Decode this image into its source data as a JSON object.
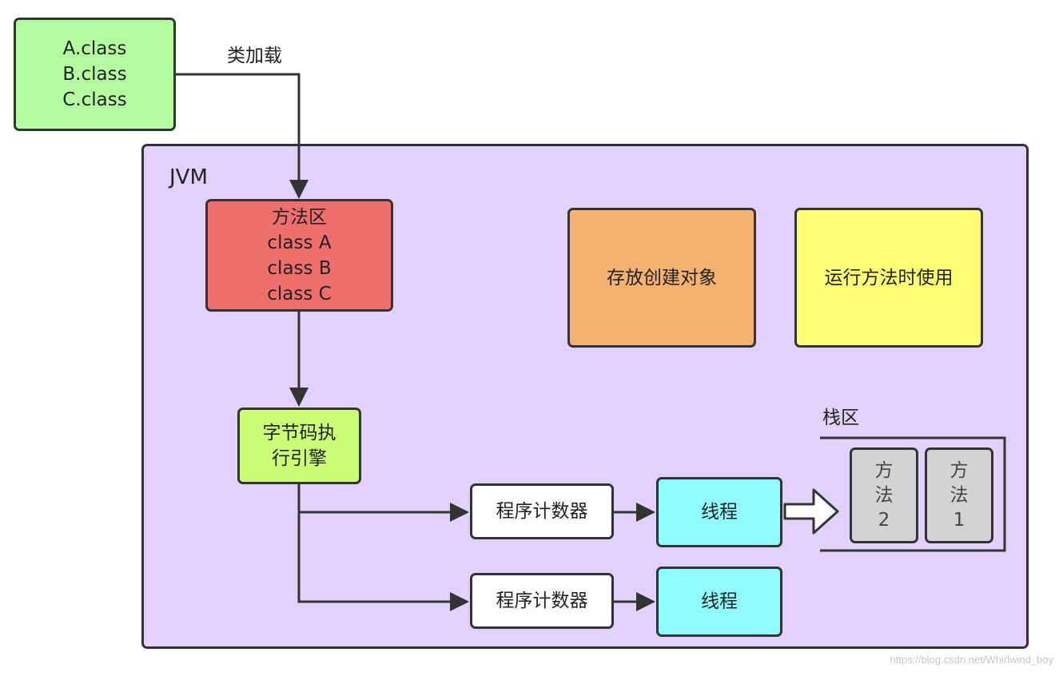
{
  "classes_box": {
    "lines": [
      "A.class",
      "B.class",
      "C.class"
    ],
    "color": "#b3fda0"
  },
  "load_label": "类加载",
  "jvm": {
    "label": "JVM",
    "color": "#e1d1fb"
  },
  "method_area": {
    "lines": [
      "方法区",
      "class A",
      "class B",
      "class C"
    ],
    "color": "#ef6f6c"
  },
  "heap_box": {
    "label": "存放创建对象",
    "color": "#f3b26f"
  },
  "run_box": {
    "label": "运行方法时使用",
    "color": "#fefe76"
  },
  "engine": {
    "lines": [
      "字节码执",
      "行引擎"
    ],
    "color": "#cbfd76"
  },
  "counters": [
    {
      "label": "程序计数器"
    },
    {
      "label": "程序计数器"
    }
  ],
  "threads": [
    {
      "label": "线程"
    },
    {
      "label": "线程"
    }
  ],
  "thread_color": "#8ffdfd",
  "stack": {
    "label": "栈区",
    "frames": [
      {
        "lines": [
          "方",
          "法",
          "2"
        ]
      },
      {
        "lines": [
          "方",
          "法",
          "1"
        ]
      }
    ],
    "frame_color": "#d3d3d3"
  },
  "watermark": "https://blog.csdn.net/Whirlwind_boy"
}
